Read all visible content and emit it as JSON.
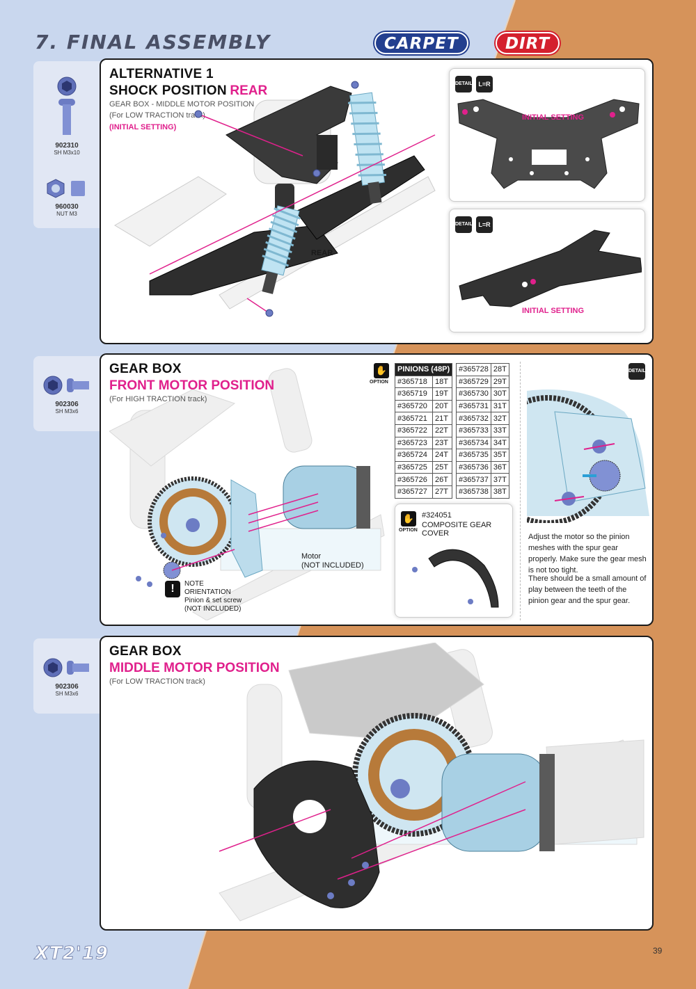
{
  "header": {
    "title": "7. FINAL ASSEMBLY",
    "badge_carpet": "CARPET",
    "badge_dirt": "DIRT"
  },
  "colors": {
    "blue_bg": "#c9d7ee",
    "orange_bg": "#d6935a",
    "accent_pink": "#e0208c",
    "panel_border": "#1a1a1a"
  },
  "section1": {
    "title_line1": "ALTERNATIVE 1",
    "title_line2_black": "SHOCK POSITION",
    "title_line2_pink": "REAR",
    "note1": "GEAR BOX - MIDDLE MOTOR POSITION",
    "note2": "(For LOW TRACTION track)",
    "note3": "(INITIAL SETTING)",
    "rear_tag": "REAR",
    "parts": [
      {
        "code": "902310",
        "desc": "SH M3x10"
      },
      {
        "code": "960030",
        "desc": "NUT M3"
      }
    ],
    "inset_top": {
      "detail": "DETAIL",
      "lr": "L=R",
      "label": "INITIAL SETTING"
    },
    "inset_bottom": {
      "detail": "DETAIL",
      "lr": "L=R",
      "label": "INITIAL SETTING"
    }
  },
  "section2": {
    "title_line1": "GEAR BOX",
    "title_line2": "FRONT MOTOR POSITION",
    "note": "(For HIGH TRACTION track)",
    "parts": [
      {
        "code": "902306",
        "desc": "SH M3x6"
      }
    ],
    "option_label": "OPTION",
    "pinions_header": "PINIONS (48P)",
    "pinions_left": [
      [
        "#365718",
        "18T"
      ],
      [
        "#365719",
        "19T"
      ],
      [
        "#365720",
        "20T"
      ],
      [
        "#365721",
        "21T"
      ],
      [
        "#365722",
        "22T"
      ],
      [
        "#365723",
        "23T"
      ],
      [
        "#365724",
        "24T"
      ],
      [
        "#365725",
        "25T"
      ],
      [
        "#365726",
        "26T"
      ],
      [
        "#365727",
        "27T"
      ]
    ],
    "pinions_right": [
      [
        "#365728",
        "28T"
      ],
      [
        "#365729",
        "29T"
      ],
      [
        "#365730",
        "30T"
      ],
      [
        "#365731",
        "31T"
      ],
      [
        "#365732",
        "32T"
      ],
      [
        "#365733",
        "33T"
      ],
      [
        "#365734",
        "34T"
      ],
      [
        "#365735",
        "35T"
      ],
      [
        "#365736",
        "36T"
      ],
      [
        "#365737",
        "37T"
      ],
      [
        "#365738",
        "38T"
      ]
    ],
    "cover_option": "OPTION",
    "cover_code": "#324051",
    "cover_name": "COMPOSITE GEAR COVER",
    "motor_label": "Motor",
    "motor_note": "(NOT INCLUDED)",
    "note_title": "NOTE",
    "note_orientation": "ORIENTATION",
    "note_pinion": "Pinion & set screw",
    "note_not_included": "(NOT INCLUDED)",
    "detail": "DETAIL",
    "para1": "Adjust the motor so the pinion meshes with the spur gear properly. Make sure the gear mesh is not too tight.",
    "para2": "There should be a small amount of play between the teeth of the pinion gear and the spur gear."
  },
  "section3": {
    "title_line1": "GEAR BOX",
    "title_line2": "MIDDLE MOTOR POSITION",
    "note": "(For LOW TRACTION track)",
    "parts": [
      {
        "code": "902306",
        "desc": "SH M3x6"
      }
    ]
  },
  "footer": {
    "logo": "XT2'19",
    "page": "39"
  }
}
